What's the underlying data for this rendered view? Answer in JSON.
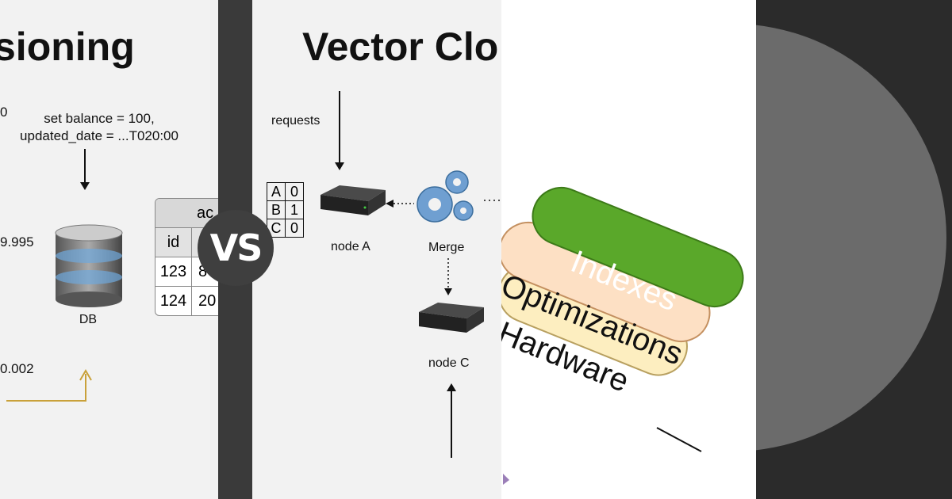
{
  "panel_versioning": {
    "title_fragment": "sioning",
    "left_value_top": "0",
    "update_statement_line1": "set balance = 100,",
    "update_statement_line2": "updated_date = ...T020:00",
    "left_value_mid": "9.995",
    "db_label": "DB",
    "left_value_bottom": "0.002",
    "table": {
      "title_fragment": "ac",
      "col_id": "id",
      "rows": [
        {
          "id": "123",
          "val": "8"
        },
        {
          "id": "124",
          "val": "20"
        }
      ]
    }
  },
  "vs_label": "VS",
  "panel_vector_clock": {
    "title_fragment": "Vector Clo",
    "requests_label": "requests",
    "clock": [
      {
        "node": "A",
        "count": "0"
      },
      {
        "node": "B",
        "count": "1"
      },
      {
        "node": "C",
        "count": "0"
      }
    ],
    "node_a_label": "node A",
    "merge_label": "Merge",
    "node_c_label": "node C"
  },
  "panel_layers": {
    "layers": [
      {
        "label": "Indexes",
        "color": "#5aa82a"
      },
      {
        "label": "Optimizations",
        "color": "#fde0c4"
      },
      {
        "label": "Hardware",
        "color": "#fdeec0"
      }
    ]
  }
}
